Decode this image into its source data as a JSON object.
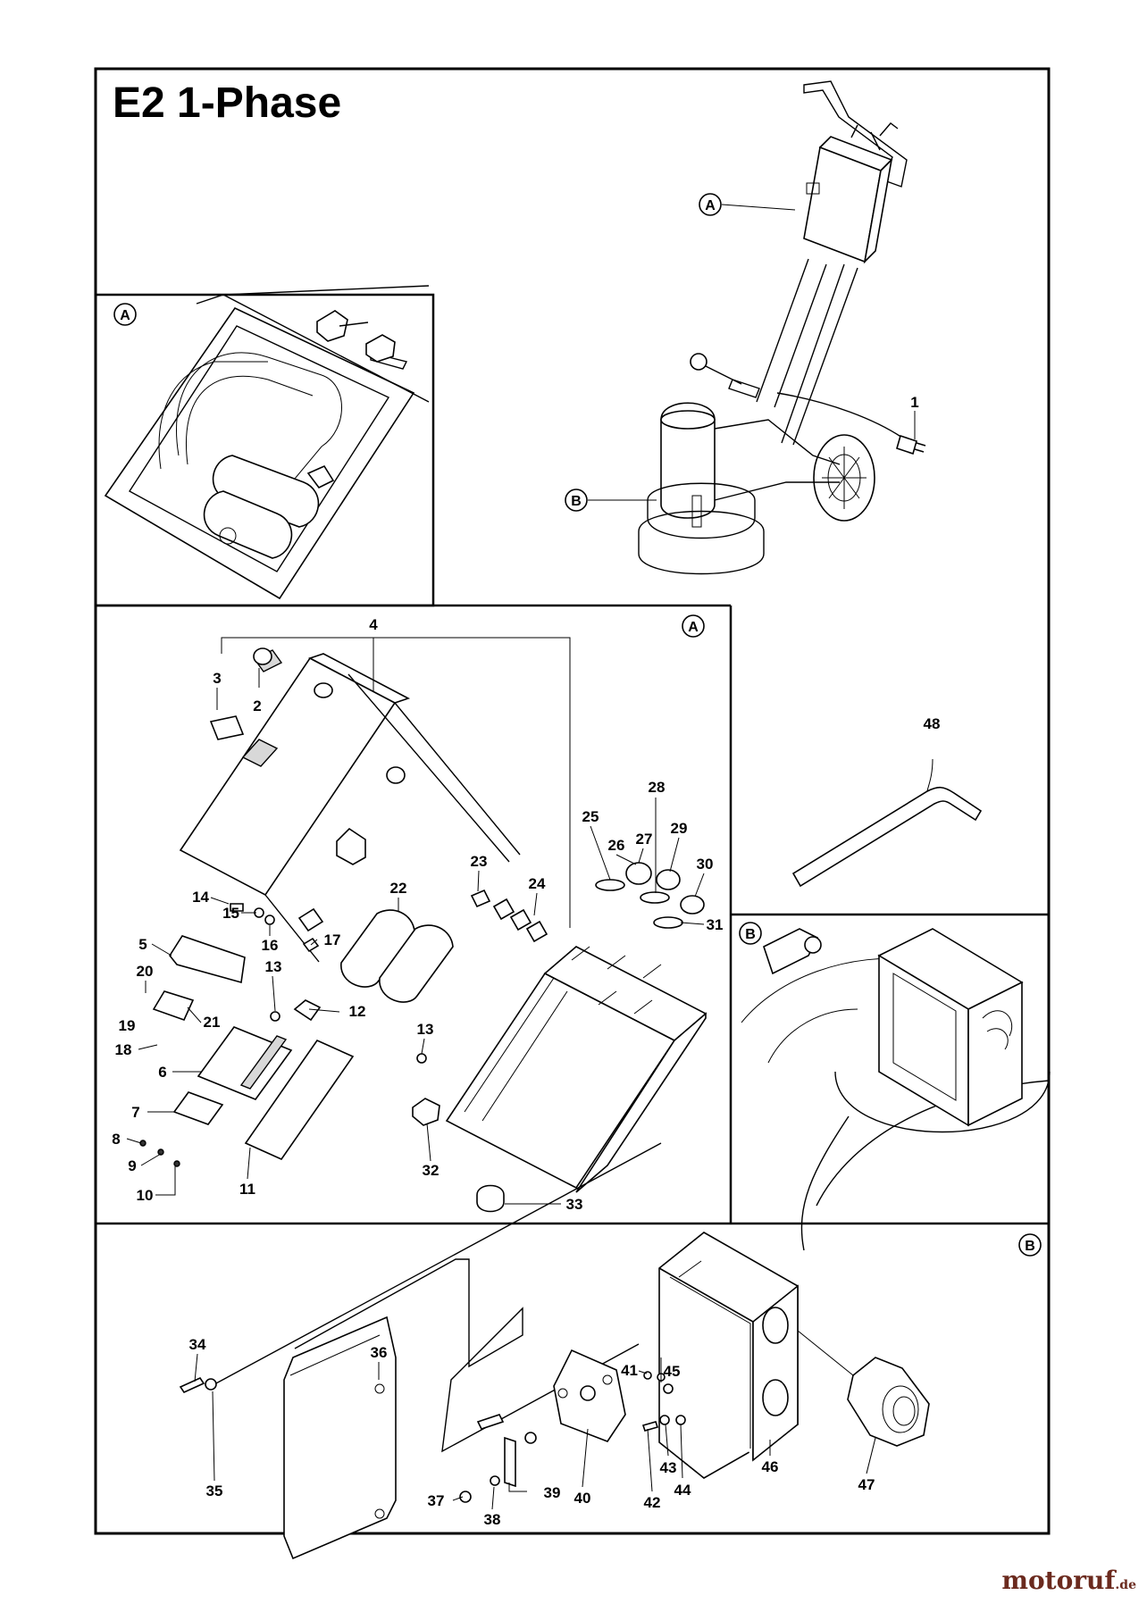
{
  "title": "E2 1-Phase",
  "brand": {
    "name": "motoruf",
    "suffix": ".de"
  },
  "panel_labels": {
    "a": "A",
    "b": "B"
  },
  "parts": [
    "1",
    "2",
    "3",
    "4",
    "5",
    "6",
    "7",
    "8",
    "9",
    "10",
    "11",
    "12",
    "13",
    "14",
    "15",
    "16",
    "17",
    "18",
    "19",
    "20",
    "21",
    "22",
    "23",
    "24",
    "25",
    "26",
    "27",
    "28",
    "29",
    "30",
    "31",
    "32",
    "33",
    "34",
    "35",
    "36",
    "37",
    "38",
    "39",
    "40",
    "41",
    "42",
    "43",
    "44",
    "45",
    "46",
    "47",
    "48"
  ],
  "colors": {
    "line": "#000000",
    "background": "#ffffff",
    "brand": "#6b2a1e"
  }
}
